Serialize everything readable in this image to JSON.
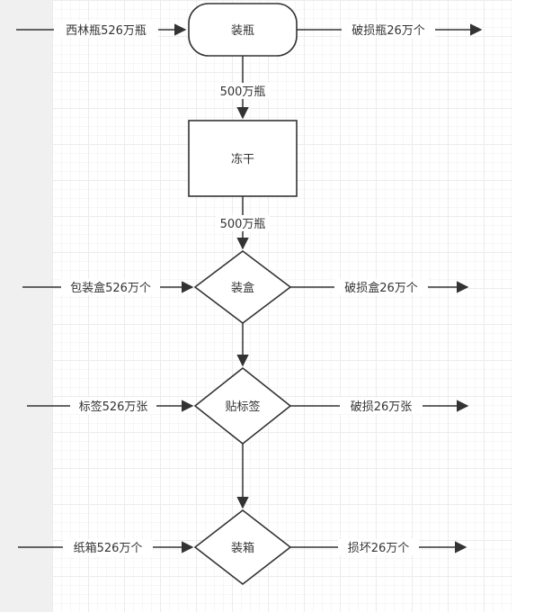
{
  "nodes": {
    "fill_bottles": "装瓶",
    "freeze_dry": "冻干",
    "boxing": "装盒",
    "labeling": "贴标签",
    "casing": "装箱"
  },
  "flow": {
    "bottles_after_fill": "500万瓶",
    "bottles_after_dry": "500万瓶"
  },
  "inputs": {
    "vials": "西林瓶526万瓶",
    "boxes": "包装盒526万个",
    "labels": "标签526万张",
    "cartons": "纸箱526万个"
  },
  "outputs": {
    "broken_bottles": "破损瓶26万个",
    "broken_boxes": "破损盒26万个",
    "broken_labels": "破损26万张",
    "damaged_cartons": "损坏26万个"
  },
  "colors": {
    "stroke": "#333333",
    "grid": "#ececec",
    "rail": "#f0f0f0"
  }
}
